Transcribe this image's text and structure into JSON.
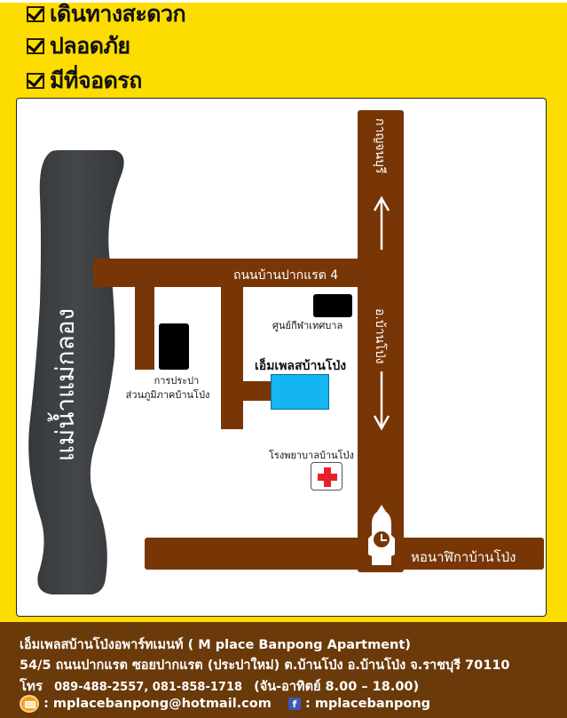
{
  "features": [
    {
      "label": "เดินทางสะดวก",
      "icon": "checkbox-checked-icon"
    },
    {
      "label": "ปลอดภัย",
      "icon": "checkbox-checked-icon"
    },
    {
      "label": "มีที่จอดรถ",
      "icon": "checkbox-checked-icon"
    }
  ],
  "map": {
    "river_label": "แม่น้ำแม่กลอง",
    "roads": {
      "top_road": "ถนนบ้านปากแรต 4",
      "main_road_north": "กาญจนบุรี",
      "main_road_south": "อ.บ้านโป่ง",
      "bottom_road": "หอนาฬิกาบ้านโป่ง"
    },
    "places": {
      "sports_center": "ศูนย์กีฬาเทศบาล",
      "water_authority_line1": "การประปา",
      "water_authority_line2": "ส่วนภูมิภาคบ้านโป่ง",
      "apartment": "เอ็มเพลสบ้านโป่ง",
      "hospital": "โรงพยาบาลบ้านโป่ง",
      "clock_tower": "หอนาฬิกาบ้านโป่ง"
    },
    "colors": {
      "road": "#783606",
      "river": "#3b3d3e",
      "apartment": "#13b6f0",
      "hospital_cross": "#e8202a",
      "background": "#fddc00"
    }
  },
  "footer": {
    "name": "เอ็มเพลสบ้านโป่งอพาร์ทเมนท์ ( M place Banpong Apartment)",
    "address": "54/5 ถนนปากแรต ซอยปากแรต (ประปาใหม่) ต.บ้านโป่ง อ.บ้านโป่ง จ.ราชบุรี  70110",
    "phone_label": "โทร",
    "phones": "089-488-2557, 081-858-1718",
    "hours": "(จัน-อาทิตย์ 8.00 – 18.00)",
    "email": ": mplacebanpong@hotmail.com",
    "facebook": ": mplacebanpong"
  }
}
